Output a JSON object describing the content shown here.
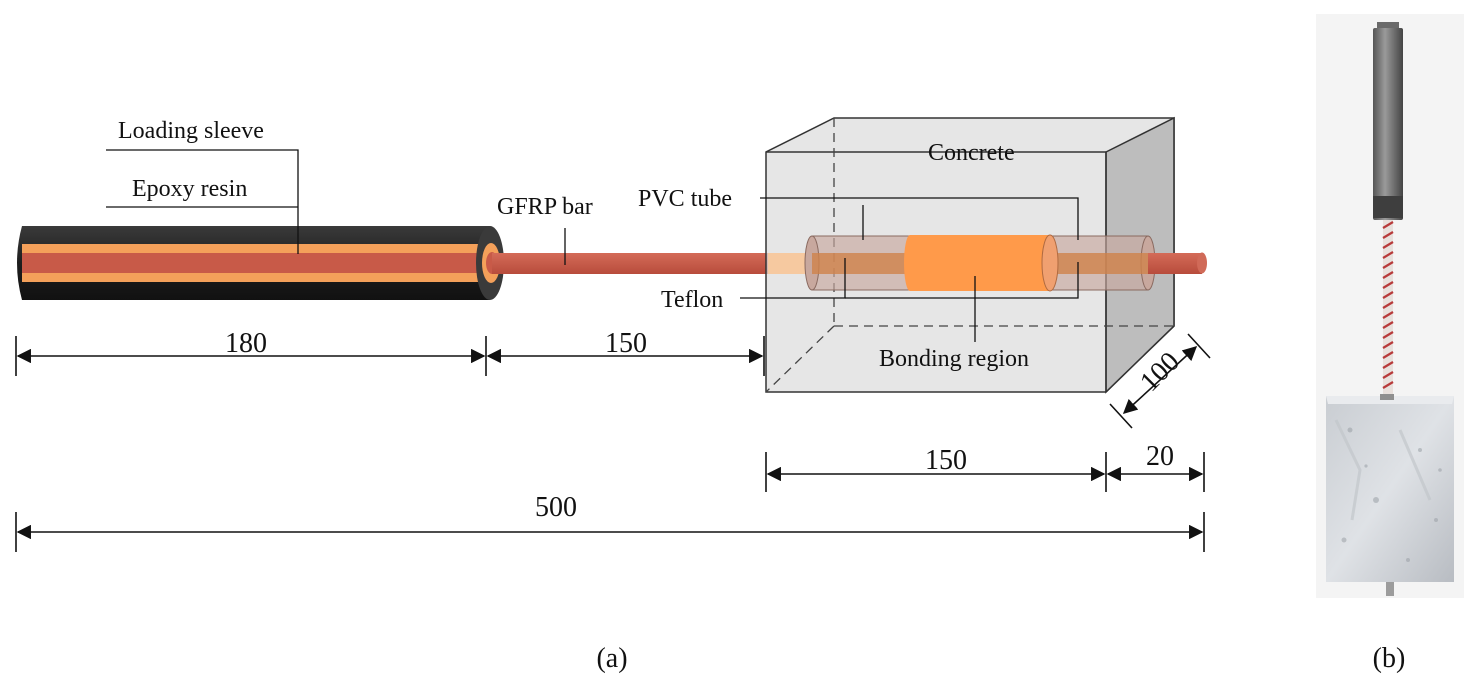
{
  "labels": {
    "loading_sleeve": "Loading sleeve",
    "epoxy_resin": "Epoxy resin",
    "gfrp_bar": "GFRP bar",
    "pvc_tube": "PVC tube",
    "concrete": "Concrete",
    "teflon": "Teflon",
    "bonding_region": "Bonding region"
  },
  "dimensions": {
    "sleeve_length": "180",
    "free_length": "150",
    "block_length": "150",
    "protrusion": "20",
    "total_length": "500",
    "block_depth": "100"
  },
  "captions": {
    "a": "(a)",
    "b": "(b)"
  },
  "colors": {
    "sleeve": "#2b2b2b",
    "epoxy": "#f4a05a",
    "gfrp": "#c85a48",
    "bond": "#ff9a4a",
    "concrete": "#dcdcdc"
  }
}
